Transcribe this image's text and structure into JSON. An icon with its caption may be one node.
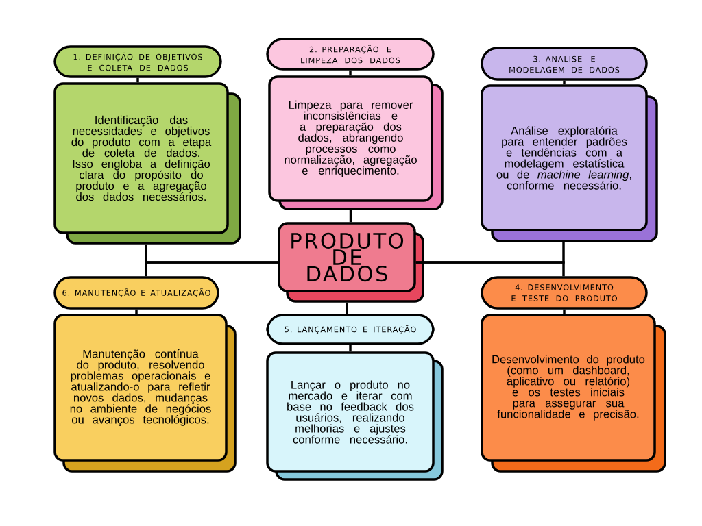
{
  "diagram": {
    "nodes": [
      {
        "text": [
          "PRODUTO DE DADOS"
        ]
      },
      {
        "text": [
          "1. DEFINIÇÃO DE OBJETIVOS E COLETA DE DADOS"
        ]
      },
      {
        "text": [
          "Identificação das necessidades e objetivos do produto com a etapa de coleta de dados. Isso engloba a definição clara do propósito do produto e a agregação dos dados necessários."
        ]
      },
      {
        "text": [
          "2. PREPARAÇÃO E LIMPEZA DOS DADOS"
        ]
      },
      {
        "text": [
          "Limpeza para remover inconsistências e a preparação dos dados, abrangendo processos como normalização, agregação e enriquecimento."
        ]
      },
      {
        "text": [
          "3. ANÁLISE E MODELAGEM DE DADOS"
        ]
      },
      {
        "text": [
          "Análise exploratória para entender padrões e tendências com a modelagem estatística ou de *machine learning*, conforme necessário."
        ]
      },
      {
        "text": [
          "4. DESENVOLVIMENTO E TESTE DO PRODUTO"
        ]
      },
      {
        "text": [
          "Desenvolvimento do produto (como um dashboard, aplicativo ou relatório) e os testes iniciais para assegurar sua funcionalidade e precisão."
        ]
      },
      {
        "text": [
          "5. LANÇAMENTO E ITERAÇÃO"
        ]
      },
      {
        "text": [
          "Lançar o produto no mercado e iterar com base no feedback dos usuários, realizando melhorias e ajustes conforme necessário."
        ]
      },
      {
        "text": [
          "6. MANUTENÇÃO E ATUALIZAÇÃO"
        ]
      },
      {
        "text": [
          "Manutenção contínua do produto, resolvendo problemas operacionais e atualizando-o para refletir novos dados, mudanças no ambiente de negócios ou avanços tecnológicos."
        ]
      }
    ],
    "edges": [
      {
        "from": 1,
        "to": 2,
        "arrow": "none"
      },
      {
        "from": 3,
        "to": 4,
        "arrow": "none"
      },
      {
        "from": 5,
        "to": 6,
        "arrow": "none"
      },
      {
        "from": 7,
        "to": 8,
        "arrow": "none"
      },
      {
        "from": 9,
        "to": 10,
        "arrow": "none"
      },
      {
        "from": 11,
        "to": 12,
        "arrow": "none"
      },
      {
        "from": 4,
        "to": 0,
        "arrow": "none"
      },
      {
        "from": 0,
        "to": 9,
        "arrow": "none"
      },
      {
        "from": 0,
        "to": 2,
        "arrow": "none"
      },
      {
        "from": 0,
        "to": 11,
        "arrow": "none"
      },
      {
        "from": 0,
        "to": 6,
        "arrow": "none"
      },
      {
        "from": 0,
        "to": 7,
        "arrow": "none"
      }
    ]
  }
}
